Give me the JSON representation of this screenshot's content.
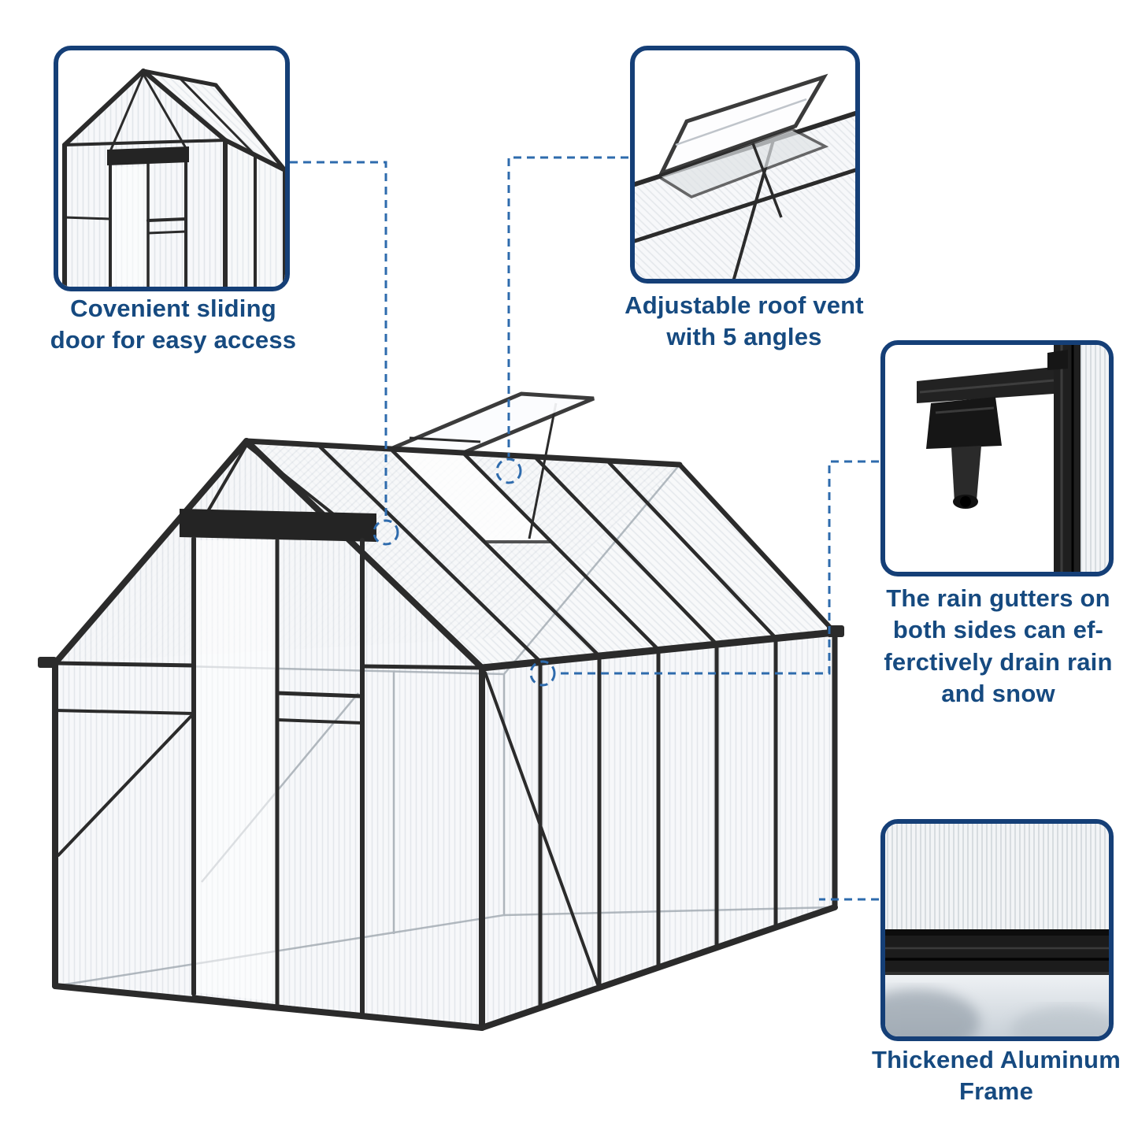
{
  "colors": {
    "accent_blue_border": "#153f77",
    "caption_blue": "#164a80",
    "connector_blue": "#2e6bad",
    "frame_black": "#2b2b2b"
  },
  "callouts": {
    "sliding_door": {
      "caption": "Covenient sliding\ndoor for easy access"
    },
    "roof_vent": {
      "caption": "Adjustable roof vent\nwith 5 angles"
    },
    "rain_gutter": {
      "caption": "The rain gutters on\nboth sides can ef-\nferctively drain rain\nand snow"
    },
    "aluminum_frame": {
      "caption": "Thickened Aluminum\nFrame"
    }
  }
}
